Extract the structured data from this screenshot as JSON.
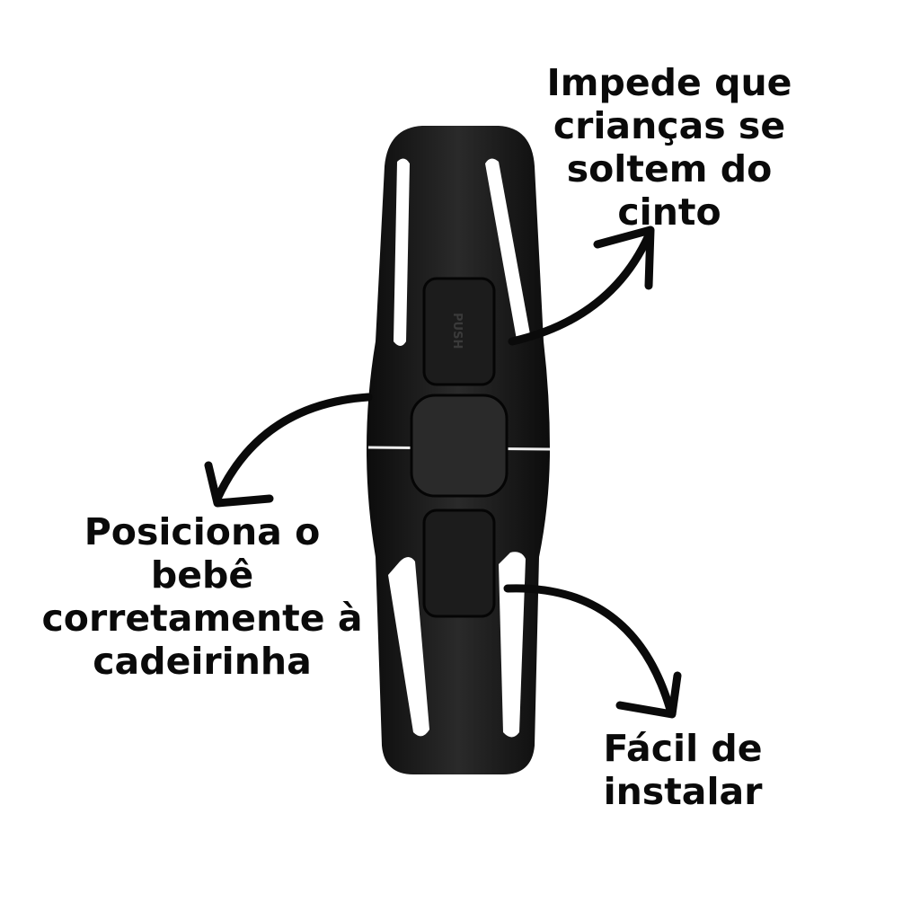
{
  "captions": {
    "top_right": [
      "Impede que",
      "crianças se",
      "soltem do",
      "cinto"
    ],
    "left": [
      "Posiciona o",
      "bebê",
      "corretamente à",
      "cadeirinha"
    ],
    "bottom_right": [
      "Fácil de",
      "instalar"
    ]
  },
  "product": {
    "push_label": "PUSH",
    "color": "#141414"
  },
  "colors": {
    "background": "#ffffff",
    "text": "#0a0a0a",
    "arrow": "#0a0a0a"
  }
}
